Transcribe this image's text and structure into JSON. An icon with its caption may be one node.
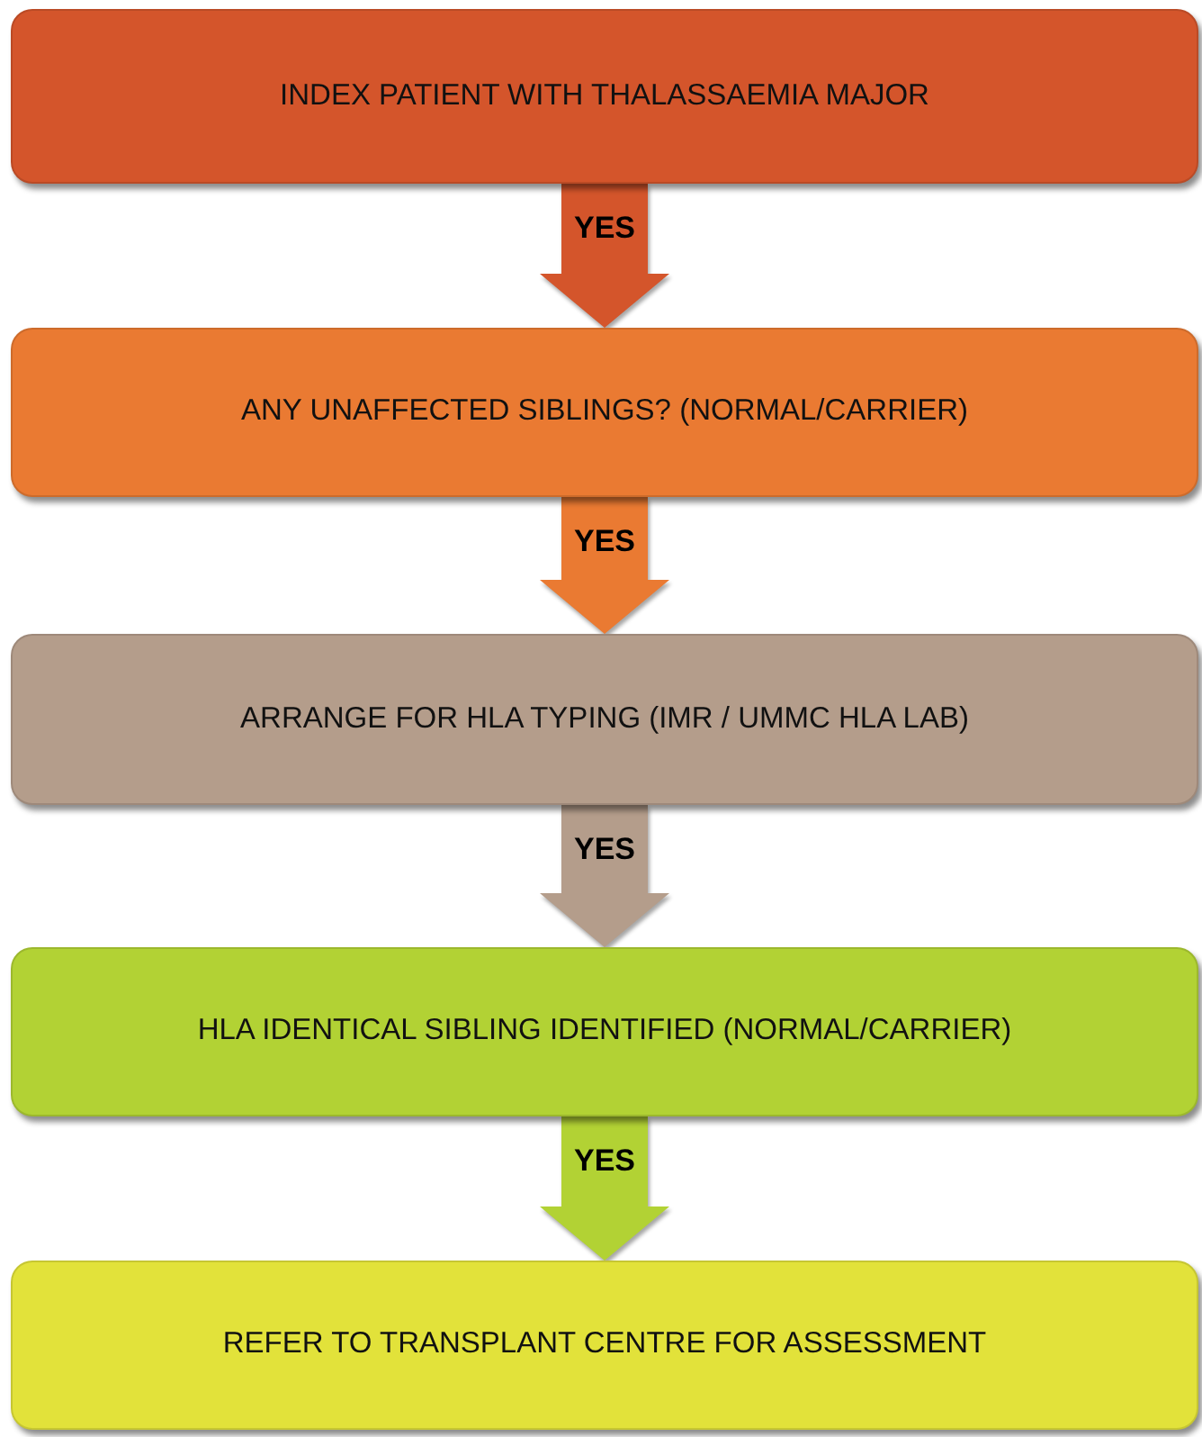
{
  "diagram": {
    "nodes": [
      {
        "text": [
          "INDEX PATIENT WITH THALASSAEMIA MAJOR"
        ]
      },
      {
        "text": [
          "ANY UNAFFECTED SIBLINGS? (NORMAL/CARRIER)"
        ]
      },
      {
        "text": [
          "ARRANGE FOR HLA TYPING (IMR / UMMC HLA LAB)"
        ]
      },
      {
        "text": [
          "HLA IDENTICAL SIBLING IDENTIFIED (NORMAL/CARRIER)"
        ]
      },
      {
        "text": [
          "REFER TO TRANSPLANT CENTRE FOR ASSESSMENT"
        ]
      }
    ],
    "edges": [
      {
        "from": 0,
        "to": 1,
        "arrow": "to",
        "label": "YES",
        "color": "#d4552b"
      },
      {
        "from": 1,
        "to": 2,
        "arrow": "to",
        "label": "YES",
        "color": "#ea7a32"
      },
      {
        "from": 2,
        "to": 3,
        "arrow": "to",
        "label": "YES",
        "color": "#b49d8b"
      },
      {
        "from": 3,
        "to": 4,
        "arrow": "to",
        "label": "YES",
        "color": "#b2d234"
      }
    ]
  }
}
